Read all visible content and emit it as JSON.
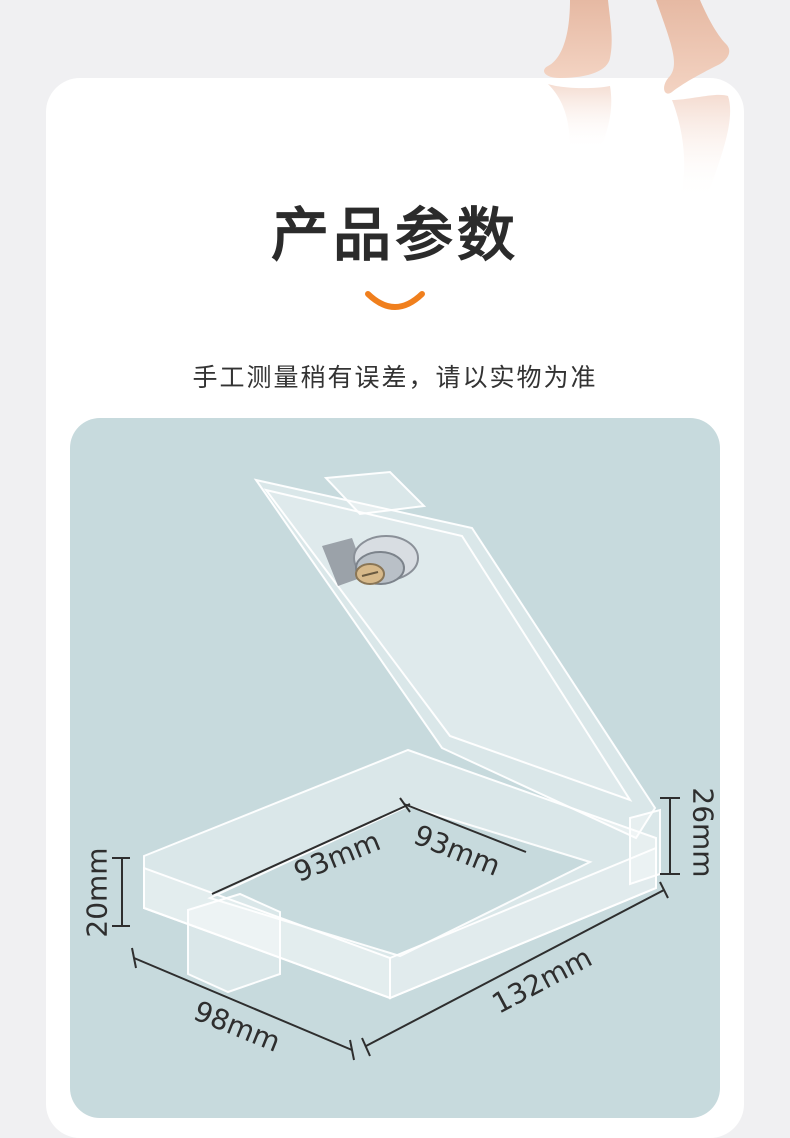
{
  "heading": {
    "title": "产品参数",
    "subtitle": "手工测量稍有误差，请以实物为准",
    "accent_color": "#f07f1d"
  },
  "dimensions": {
    "inner_width": "93mm",
    "inner_depth": "93mm",
    "base_height": "20mm",
    "open_height": "26mm",
    "outer_width": "98mm",
    "outer_length": "132mm"
  },
  "colors": {
    "page_bg": "#f0f0f2",
    "card_bg": "#ffffff",
    "panel_bg": "#c7dadd",
    "text": "#2e2e2e"
  }
}
